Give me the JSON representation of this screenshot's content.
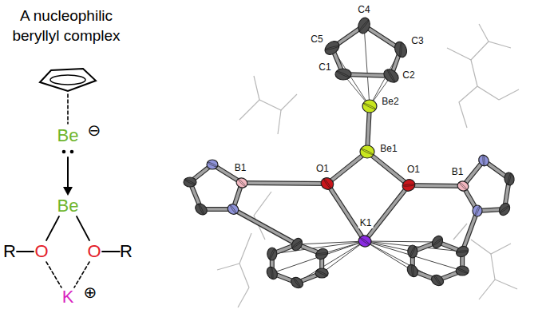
{
  "diagram": {
    "title": "A nucleophilic beryllyl complex",
    "labels": [
      "Be",
      "⊖",
      "Be",
      "R",
      "O",
      "O",
      "R",
      "K",
      "⊕",
      "C4",
      "C5",
      "C3",
      "C1",
      "C2",
      "Be2",
      "Be1",
      "O1",
      "O1",
      "B1",
      "B1",
      "K1"
    ]
  }
}
